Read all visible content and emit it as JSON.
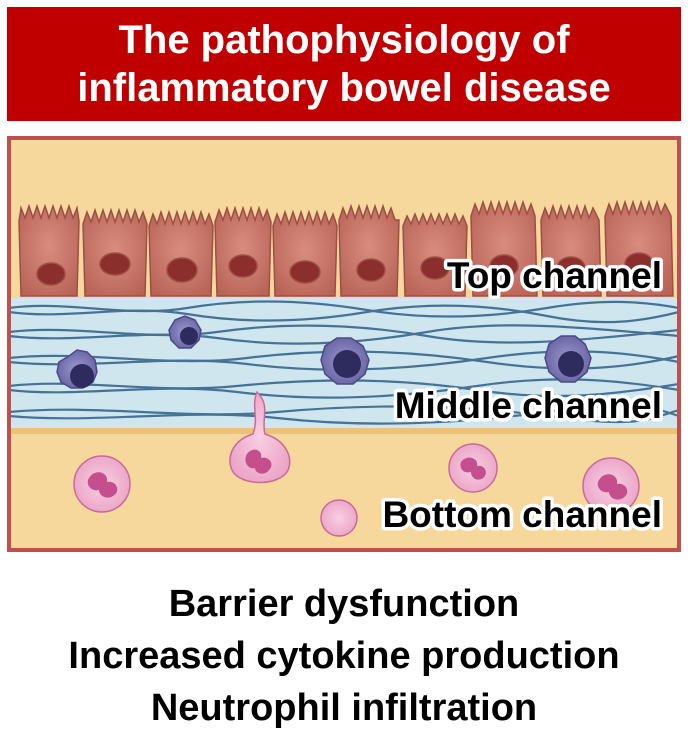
{
  "title": {
    "line1": "The pathophysiology of",
    "line2": "inflammatory bowel disease"
  },
  "channels": {
    "top": "Top channel",
    "middle": "Middle channel",
    "bottom": "Bottom channel"
  },
  "findings": [
    "Barrier dysfunction",
    "Increased cytokine production",
    "Neutrophil infiltration"
  ],
  "colors": {
    "banner": "#c00000",
    "frame_border": "#c0504d",
    "lumen": "#f7d89c",
    "epithelial_cell": "#cc7a6e",
    "middle_matrix": "#cfe6ef",
    "fiber": "#2f5f86",
    "immune_cell": "#6d6aa8",
    "neutrophil": "#f2b3d2",
    "neutrophil_nucleus": "#c54f8d"
  }
}
